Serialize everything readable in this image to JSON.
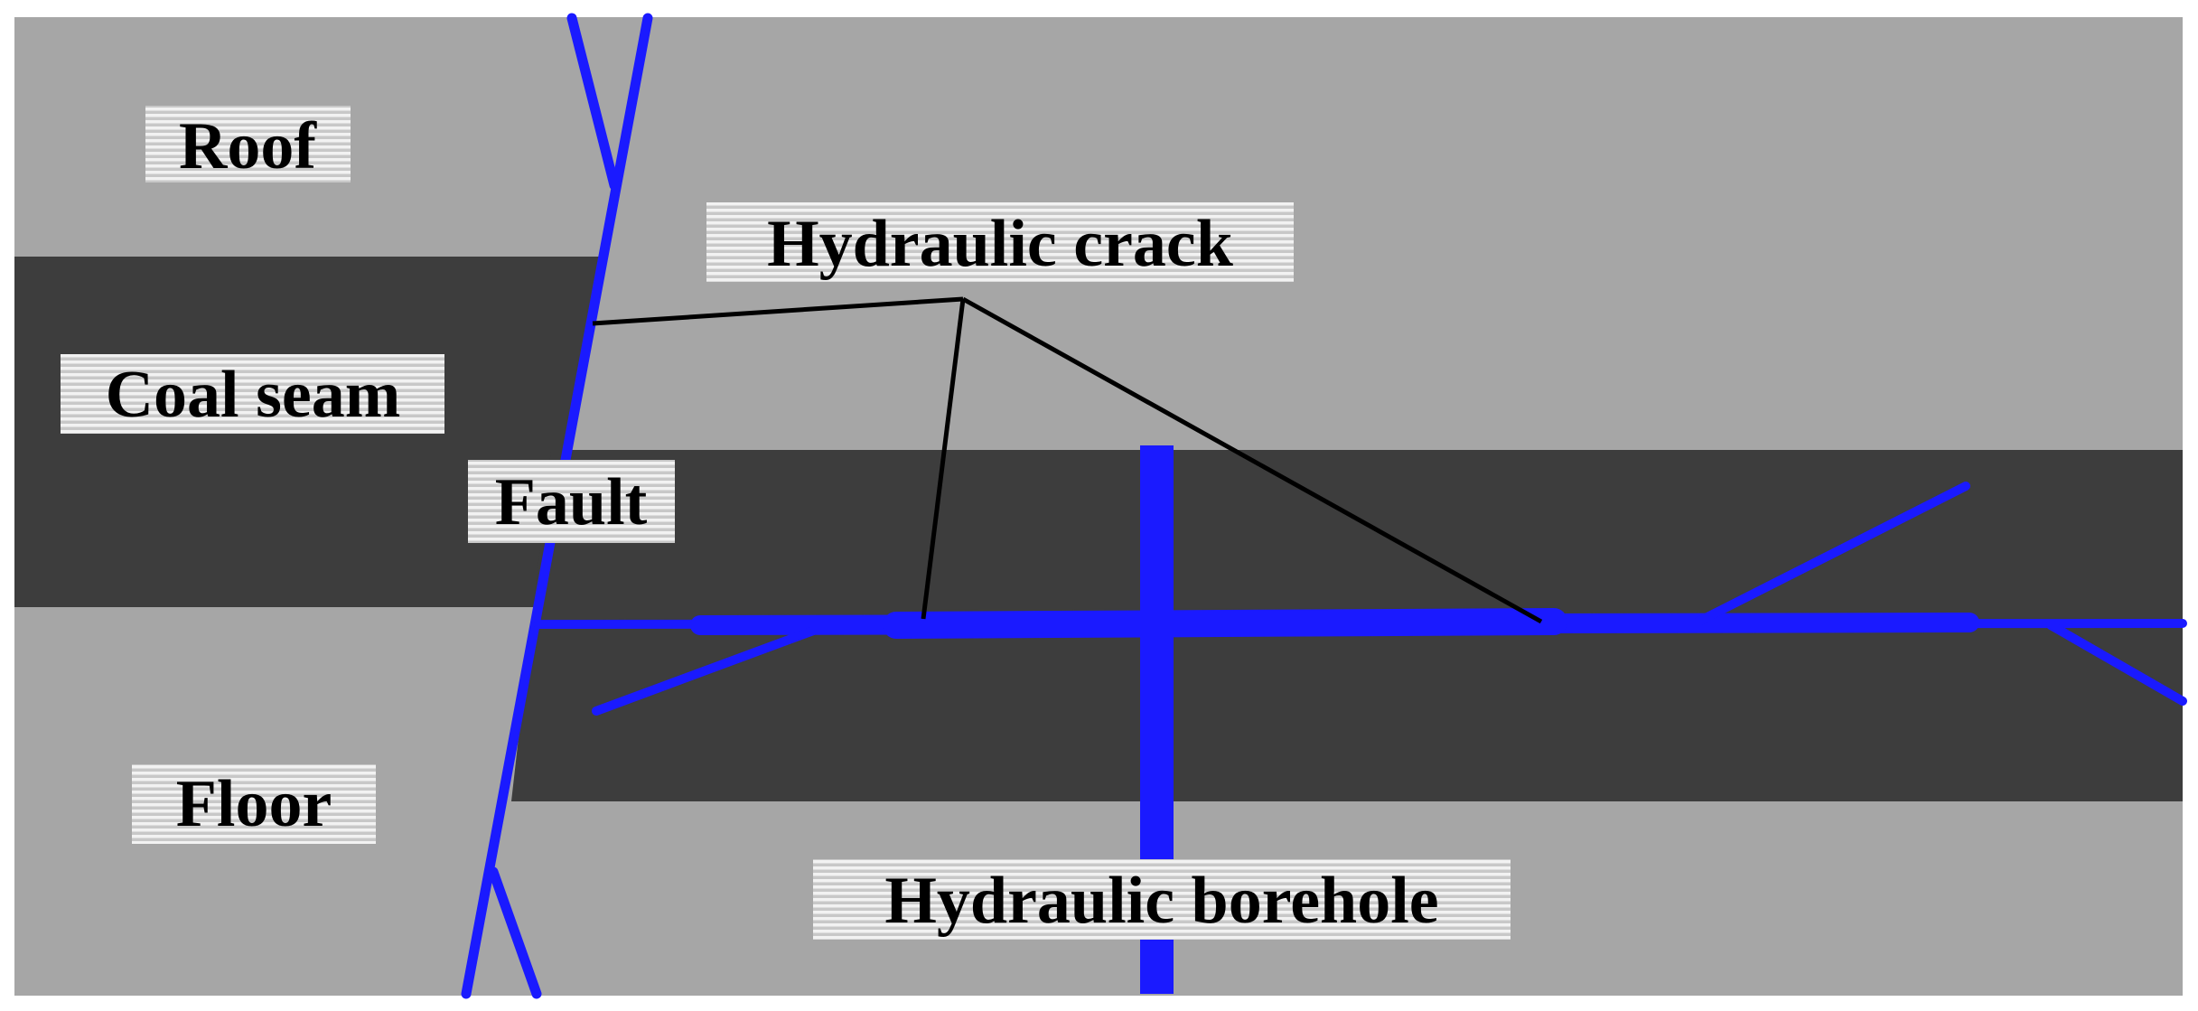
{
  "labels": {
    "roof": "Roof",
    "coal_seam": "Coal seam",
    "fault": "Fault",
    "floor": "Floor",
    "hydraulic_crack": "Hydraulic crack",
    "hydraulic_borehole": "Hydraulic borehole"
  },
  "colors": {
    "rock": "#a6a6a6",
    "coal": "#3d3d3d",
    "crack": "#1a1aff",
    "leader": "#000000",
    "label_bg": "#c8c8c8",
    "label_stripe": "#f2f2f2"
  }
}
